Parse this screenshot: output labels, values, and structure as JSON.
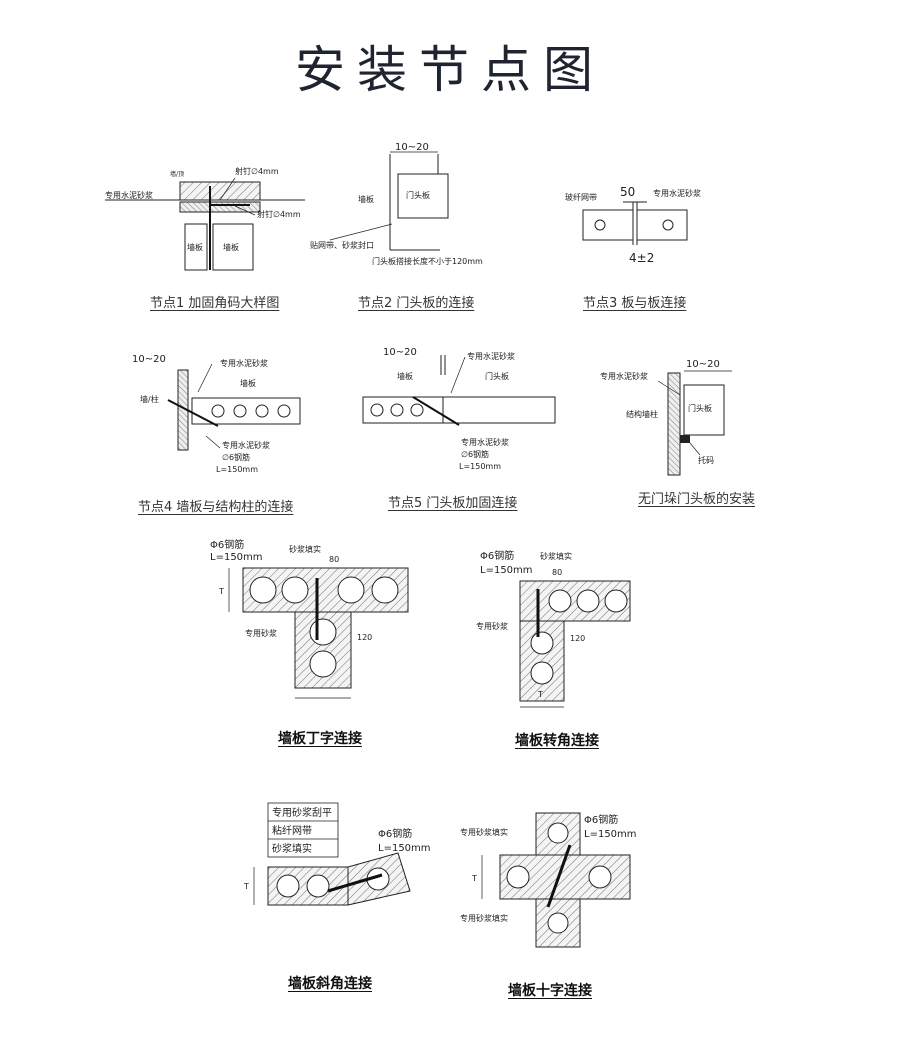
{
  "title": "安装节点图",
  "nodes": {
    "n1": {
      "caption": "节点1 加固角码大样图",
      "labels": {
        "a": "射钉∅4mm",
        "b": "专用水泥砂浆",
        "c": "射钉∅4mm",
        "d": "墙板",
        "e": "墙板",
        "f": "墙/顶"
      }
    },
    "n2": {
      "caption": "节点2 门头板的连接",
      "labels": {
        "gap": "10~20",
        "door": "门头板",
        "wall": "墙板",
        "mesh": "贴网带、砂浆封口",
        "lap": "门头板搭接长度不小于120mm"
      }
    },
    "n3": {
      "caption": "节点3 板与板连接",
      "labels": {
        "w": "50",
        "mesh": "玻纤网带",
        "mortar": "专用水泥砂浆",
        "gap": "4±2"
      }
    },
    "n4": {
      "caption": "节点4 墙板与结构柱的连接",
      "labels": {
        "gap": "10~20",
        "mortar1": "专用水泥砂浆",
        "panel": "墙板",
        "col": "墙/柱",
        "mortar2": "专用水泥砂浆",
        "rebar": "∅6钢筋",
        "len": "L=150mm"
      }
    },
    "n5": {
      "caption": "节点5 门头板加固连接",
      "labels": {
        "gap": "10~20",
        "mortar1": "专用水泥砂浆",
        "wall": "墙板",
        "door": "门头板",
        "mortar2": "专用水泥砂浆",
        "rebar": "∅6钢筋",
        "len": "L=150mm"
      }
    },
    "n6": {
      "caption": "无门垛门头板的安装",
      "labels": {
        "gap": "10~20",
        "mortar": "专用水泥砂浆",
        "col": "结构墙柱",
        "door": "门头板",
        "bracket": "托码"
      }
    }
  },
  "joints": {
    "t": {
      "caption": "墙板丁字连接",
      "labels": {
        "rebar": "Φ6钢筋",
        "len": "L=150mm",
        "fill": "砂浆填实",
        "mortar": "专用砂浆",
        "d80": "80",
        "d120": "120",
        "t": "T"
      }
    },
    "corner": {
      "caption": "墙板转角连接",
      "labels": {
        "rebar": "Φ6钢筋",
        "len": "L=150mm",
        "fill": "砂浆填实",
        "mortar": "专用砂浆",
        "d80": "80",
        "d120": "120",
        "t": "T"
      }
    },
    "skew": {
      "caption": "墙板斜角连接",
      "labels": {
        "l1": "专用砂浆刮平",
        "l2": "粘纤网带",
        "l3": "砂浆填实",
        "rebar": "Φ6钢筋",
        "len": "L=150mm",
        "t": "T"
      }
    },
    "cross": {
      "caption": "墙板十字连接",
      "labels": {
        "fill1": "专用砂浆填实",
        "fill2": "专用砂浆填实",
        "rebar": "Φ6钢筋",
        "len": "L=150mm",
        "t": "T"
      }
    }
  },
  "colors": {
    "ink": "#222222",
    "hatch": "#555555",
    "bg": "#ffffff"
  }
}
